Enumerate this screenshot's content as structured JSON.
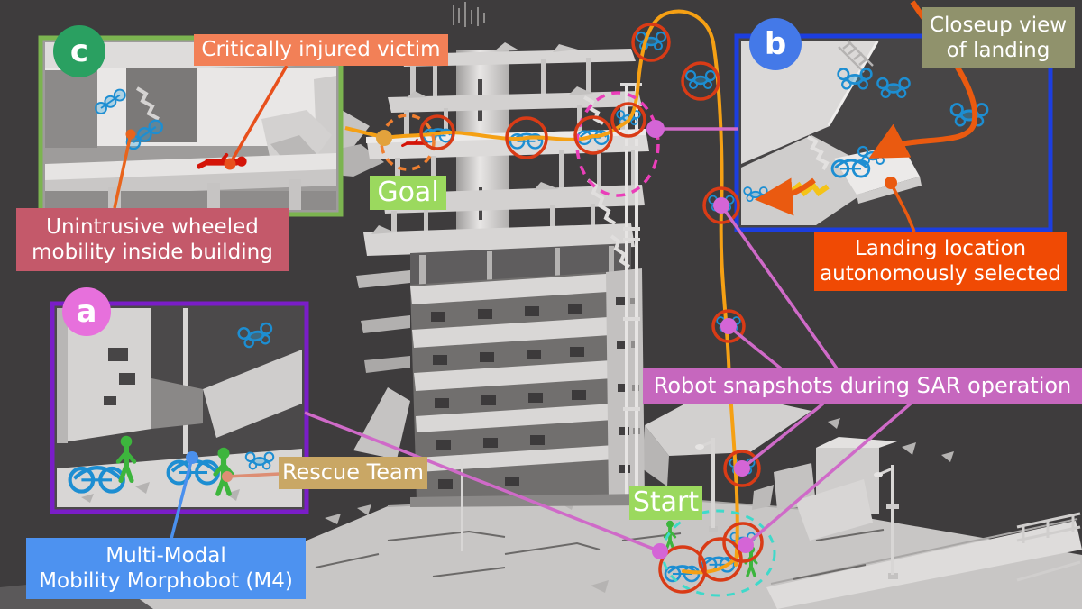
{
  "figure": {
    "panels": {
      "a": {
        "badge": "a",
        "badge_color": "#e770dc",
        "border_color": "#7a1dc8"
      },
      "b": {
        "badge": "b",
        "badge_color": "#4479e8",
        "border_color": "#1c3ee0"
      },
      "c": {
        "badge": "c",
        "badge_color": "#2aa061",
        "border_color": "#7cb450"
      }
    },
    "labels": {
      "critically_injured_victim": {
        "text": "Critically injured victim",
        "bg": "#f28057"
      },
      "closeup_view": {
        "line1": "Closeup view",
        "line2": "of landing",
        "bg": "#90926c"
      },
      "unintrusive_mobility": {
        "line1": "Unintrusive wheeled",
        "line2": "mobility inside building",
        "bg": "#c4596a"
      },
      "goal": {
        "text": "Goal",
        "bg": "#9bd95e"
      },
      "landing_location": {
        "line1": "Landing location",
        "line2": "autonomously selected",
        "bg": "#f04a04"
      },
      "robot_snapshots": {
        "text": "Robot snapshots during SAR operation",
        "bg": "#c667be"
      },
      "rescue_team": {
        "text": "Rescue Team",
        "bg": "#c9a765"
      },
      "start": {
        "text": "Start",
        "bg": "#9bd95e"
      },
      "m4": {
        "line1": "Multi-Modal",
        "line2": "Mobility Morphobot (M4)",
        "bg": "#4d92f0"
      }
    },
    "colors": {
      "background": "#3e3c3d",
      "trajectory_orange": "#f5a014",
      "snapshot_circle_red": "#d93b16",
      "connector_pink": "#cf6ac8",
      "goal_ellipse_dashed_orange": "#ef7f30",
      "landing_ellipse_dashed_magenta": "#ea3eb9",
      "start_ellipse_dashed_cyan": "#3fd9ca",
      "robot_blue": "#1d8ed2",
      "rescuer_green": "#3db53d",
      "victim_red": "#d41408",
      "leader_orange_red": "#e8501c",
      "leader_blue": "#4a90ee",
      "leader_salmon": "#dd8e74"
    }
  }
}
